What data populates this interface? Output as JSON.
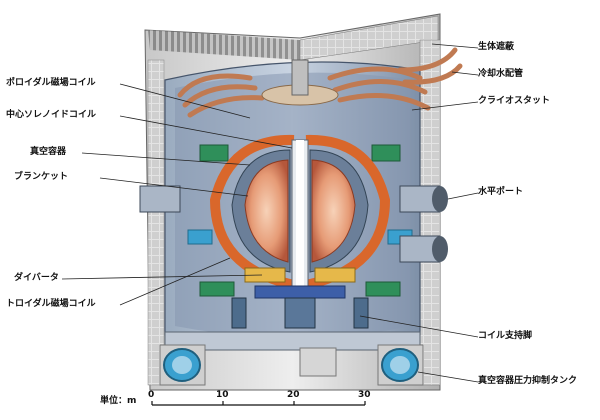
{
  "labels_left": [
    {
      "id": "poloidal",
      "text": "ポロイダル磁場コイル"
    },
    {
      "id": "central-solenoid",
      "text": "中心ソレノイドコイル"
    },
    {
      "id": "vacuum-vessel",
      "text": "真空容器"
    },
    {
      "id": "blanket",
      "text": "ブランケット"
    },
    {
      "id": "divertor",
      "text": "ダイバータ"
    },
    {
      "id": "toroidal",
      "text": "トロイダル磁場コイル"
    }
  ],
  "labels_right": [
    {
      "id": "bio-shield",
      "text": "生体遮蔽"
    },
    {
      "id": "cooling-pipe",
      "text": "冷却水配管"
    },
    {
      "id": "cryostat",
      "text": "クライオスタット"
    },
    {
      "id": "horizontal-port",
      "text": "水平ポート"
    },
    {
      "id": "coil-support",
      "text": "コイル支持脚"
    },
    {
      "id": "vv-pressure-tank",
      "text": "真空容器圧力抑制タンク"
    }
  ],
  "scale": {
    "unit_label": "単位：m",
    "ticks": [
      "0",
      "10",
      "20",
      "30"
    ]
  },
  "colors": {
    "concrete": "#d9d9d9",
    "concrete_dark": "#8c8c8c",
    "cryostat": "#7f94b0",
    "cryostat_light": "#b9c7da",
    "copper": "#c9855d",
    "pipe_blue": "#3aa0cf",
    "coil_green": "#2f8f5a",
    "coil_orange": "#d9672b",
    "plasma_pink": "#e8a07e"
  }
}
